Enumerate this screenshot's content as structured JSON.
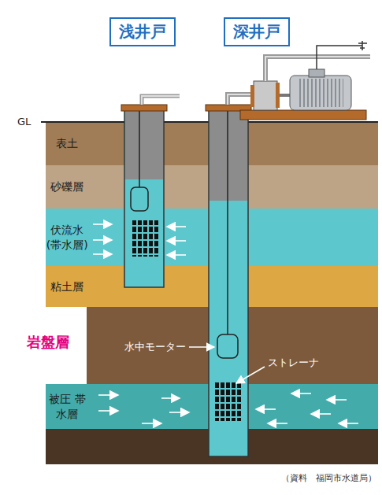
{
  "diagram": {
    "caption": "（資料　福岡市水道局）",
    "nodes": [
      {
        "text": [
          "浅井戸"
        ]
      },
      {
        "text": [
          "深井戸"
        ]
      },
      {
        "text": [
          "表土"
        ]
      },
      {
        "text": [
          "砂礫層"
        ]
      },
      {
        "text": [
          "伏流水 (帯水層)"
        ]
      },
      {
        "text": [
          "粘土層"
        ]
      },
      {
        "text": [
          "岩盤層"
        ]
      },
      {
        "text": [
          "被圧 帯水層"
        ]
      }
    ],
    "labels": [
      "GL",
      "水中モーター",
      "ストレーナ"
    ]
  }
}
